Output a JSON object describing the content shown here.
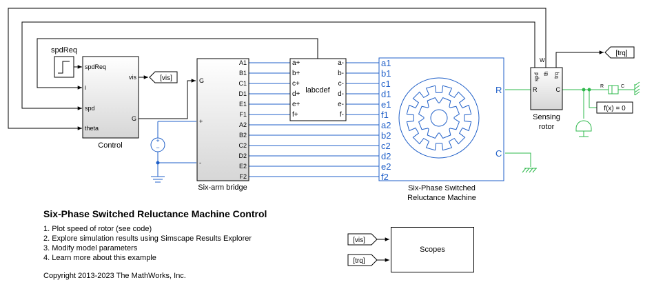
{
  "control": {
    "label": "Control",
    "inputs": [
      "spdReq",
      "i",
      "spd",
      "theta"
    ],
    "outputs": [
      "vis",
      "G"
    ]
  },
  "spdreq": {
    "label": "spdReq"
  },
  "bridge": {
    "label": "Six-arm bridge",
    "in_g": "G",
    "plus": "+",
    "minus": "-",
    "ports": [
      "A1",
      "B1",
      "C1",
      "D1",
      "E1",
      "F1",
      "A2",
      "B2",
      "C2",
      "D2",
      "E2",
      "F2"
    ]
  },
  "labcdef": {
    "label": "labcdef",
    "left": [
      "a+",
      "b+",
      "c+",
      "d+",
      "e+",
      "f+"
    ],
    "right": [
      "a-",
      "b-",
      "c-",
      "d-",
      "e-",
      "f-"
    ]
  },
  "machine": {
    "label_line1": "Six-Phase Switched",
    "label_line2": "Reluctance Machine",
    "ports": [
      "a1",
      "b1",
      "c1",
      "d1",
      "e1",
      "f1",
      "a2",
      "b2",
      "c2",
      "d2",
      "e2",
      "f2"
    ],
    "port_r": "R",
    "port_c": "C"
  },
  "sensing": {
    "label_line1": "Sensing",
    "label_line2": "rotor",
    "top_ports": [
      "spd",
      "th",
      "trq"
    ],
    "port_w": "W",
    "port_r": "R",
    "port_c": "C"
  },
  "tags": {
    "vis": "[vis]",
    "trq": "[trq]"
  },
  "inertia": {
    "r": "R",
    "c": "C"
  },
  "fx": "f(x) = 0",
  "model_title": "Six-Phase Switched Reluctance Machine Control",
  "links": [
    "1. Plot speed of rotor (see code)",
    "2. Explore simulation results using Simscape Results Explorer",
    "3. Modify model parameters",
    "4. Learn more about this example"
  ],
  "scopes": {
    "label": "Scopes",
    "in1": "[vis]",
    "in2": "[trq]"
  },
  "copyright": "Copyright 2013-2023 The MathWorks, Inc.",
  "colors": {
    "electrical": "#1f5fc8",
    "mechanical": "#2db84b",
    "signal": "#000000"
  }
}
